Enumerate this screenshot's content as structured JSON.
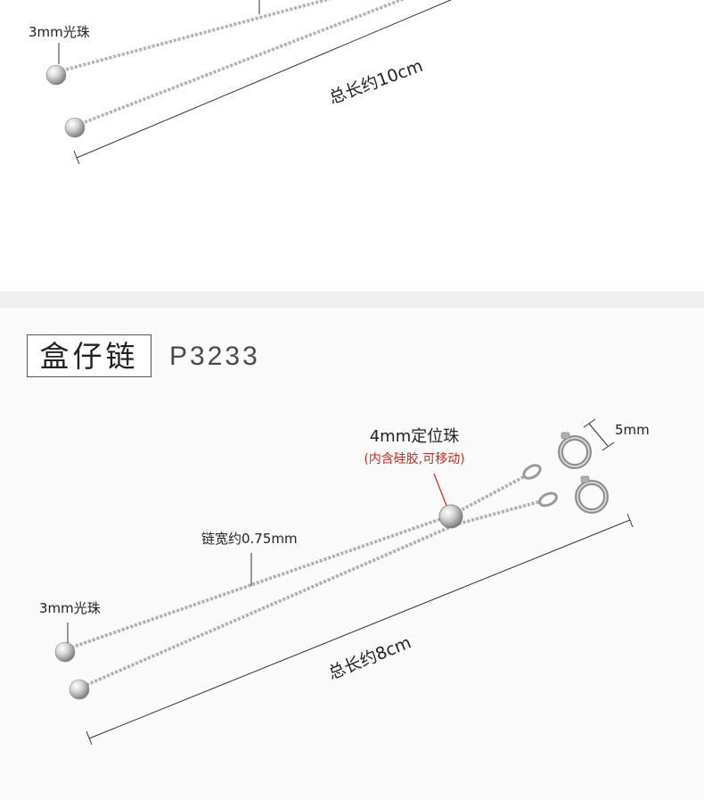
{
  "sections": {
    "top": {
      "ball_label": "3mm光珠",
      "length_label": "总长约10cm"
    },
    "bottom": {
      "title": "盒仔链",
      "code": "P3233",
      "bead_label": "4mm定位珠",
      "bead_note": "(内含硅胶,可移动)",
      "clasp_size_label": "5mm",
      "width_label": "链宽约0.75mm",
      "ball_label": "3mm光珠",
      "length_label": "总长约8cm"
    }
  },
  "colors": {
    "text": "#222222",
    "accent_red": "#d7261e",
    "separator": "#efefef",
    "chain_silver": "#a9a9a9"
  }
}
